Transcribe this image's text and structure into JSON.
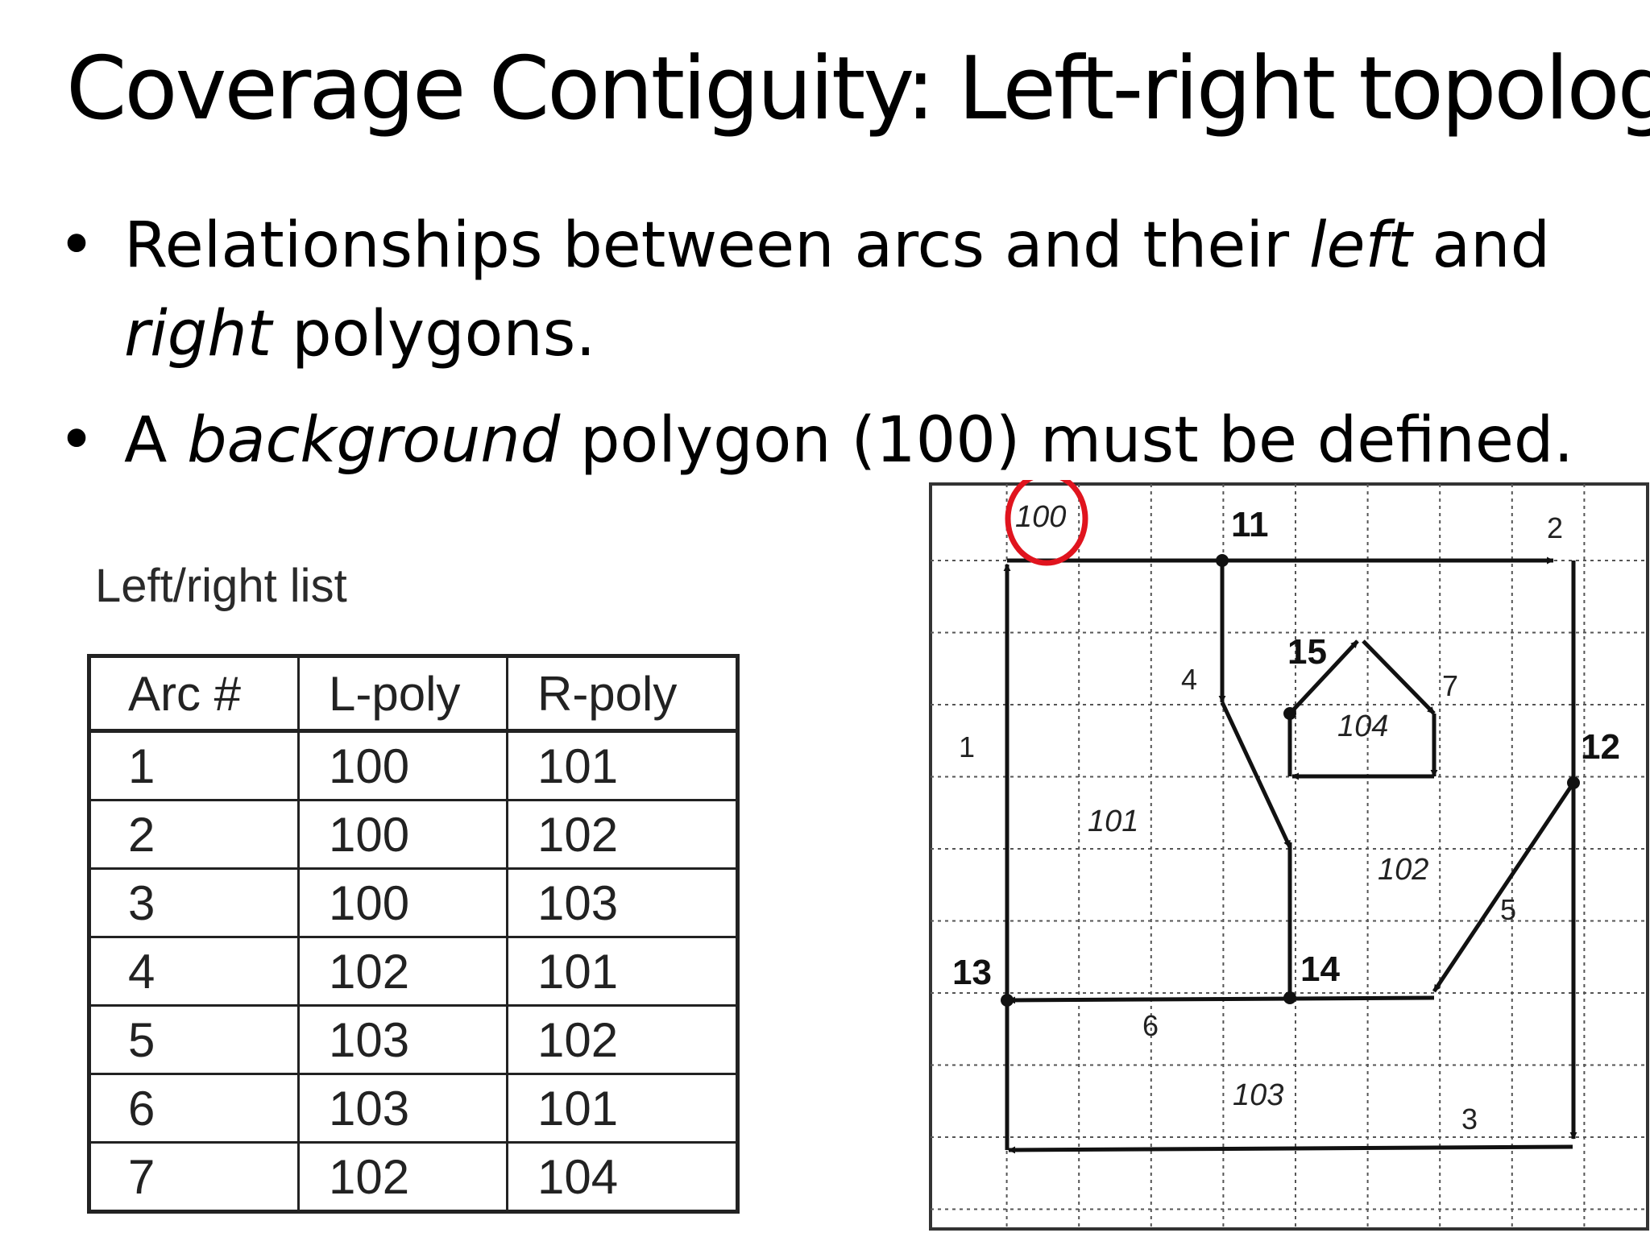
{
  "slide": {
    "title": "Coverage Contiguity: Left-right topology",
    "bullets": [
      {
        "pre": "Relationships between arcs and their ",
        "em1": "left",
        "mid": " and ",
        "em2": "right",
        "post": " polygons."
      },
      {
        "pre": "A ",
        "em1": "background",
        "post": " polygon (100) must be defined."
      }
    ]
  },
  "left_right_list": {
    "caption": "Left/right list",
    "columns": [
      "Arc #",
      "L-poly",
      "R-poly"
    ],
    "rows": [
      [
        "1",
        "100",
        "101"
      ],
      [
        "2",
        "100",
        "102"
      ],
      [
        "3",
        "100",
        "103"
      ],
      [
        "4",
        "102",
        "101"
      ],
      [
        "5",
        "103",
        "102"
      ],
      [
        "6",
        "103",
        "101"
      ],
      [
        "7",
        "102",
        "104"
      ]
    ]
  },
  "diagram": {
    "node_labels": [
      "11",
      "12",
      "13",
      "14",
      "15"
    ],
    "arc_labels": [
      "1",
      "2",
      "3",
      "4",
      "5",
      "6",
      "7"
    ],
    "polygon_labels": [
      "100",
      "101",
      "102",
      "103",
      "104"
    ],
    "highlighted_polygon": "100",
    "highlight_color": "#e0141e"
  }
}
